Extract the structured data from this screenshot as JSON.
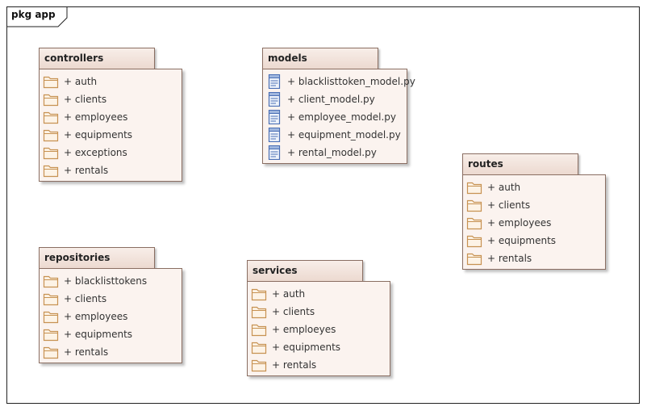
{
  "frame": {
    "label": "pkg app"
  },
  "packages": [
    {
      "id": "controllers",
      "title": "controllers",
      "icon": "folder-icon",
      "items": [
        "+ auth",
        "+ clients",
        "+ employees",
        "+ equipments",
        "+ exceptions",
        "+ rentals"
      ]
    },
    {
      "id": "models",
      "title": "models",
      "icon": "class-file-icon",
      "items": [
        "+ blacklisttoken_model.py",
        "+ client_model.py",
        "+ employee_model.py",
        "+ equipment_model.py",
        "+ rental_model.py"
      ]
    },
    {
      "id": "routes",
      "title": "routes",
      "icon": "folder-icon",
      "items": [
        "+ auth",
        "+ clients",
        "+ employees",
        "+ equipments",
        "+ rentals"
      ]
    },
    {
      "id": "repositories",
      "title": "repositories",
      "icon": "folder-icon",
      "items": [
        "+ blacklisttokens",
        "+ clients",
        "+ employees",
        "+ equipments",
        "+ rentals"
      ]
    },
    {
      "id": "services",
      "title": "services",
      "icon": "folder-icon",
      "items": [
        "+ auth",
        "+ clients",
        "+ emploeyes",
        "+ equipments",
        "+ rentals"
      ]
    }
  ],
  "colors": {
    "folder": "#c79252",
    "class_file": "#4a6fb5",
    "package_fill": "#fbf3ef",
    "package_border": "#8a6e62"
  }
}
